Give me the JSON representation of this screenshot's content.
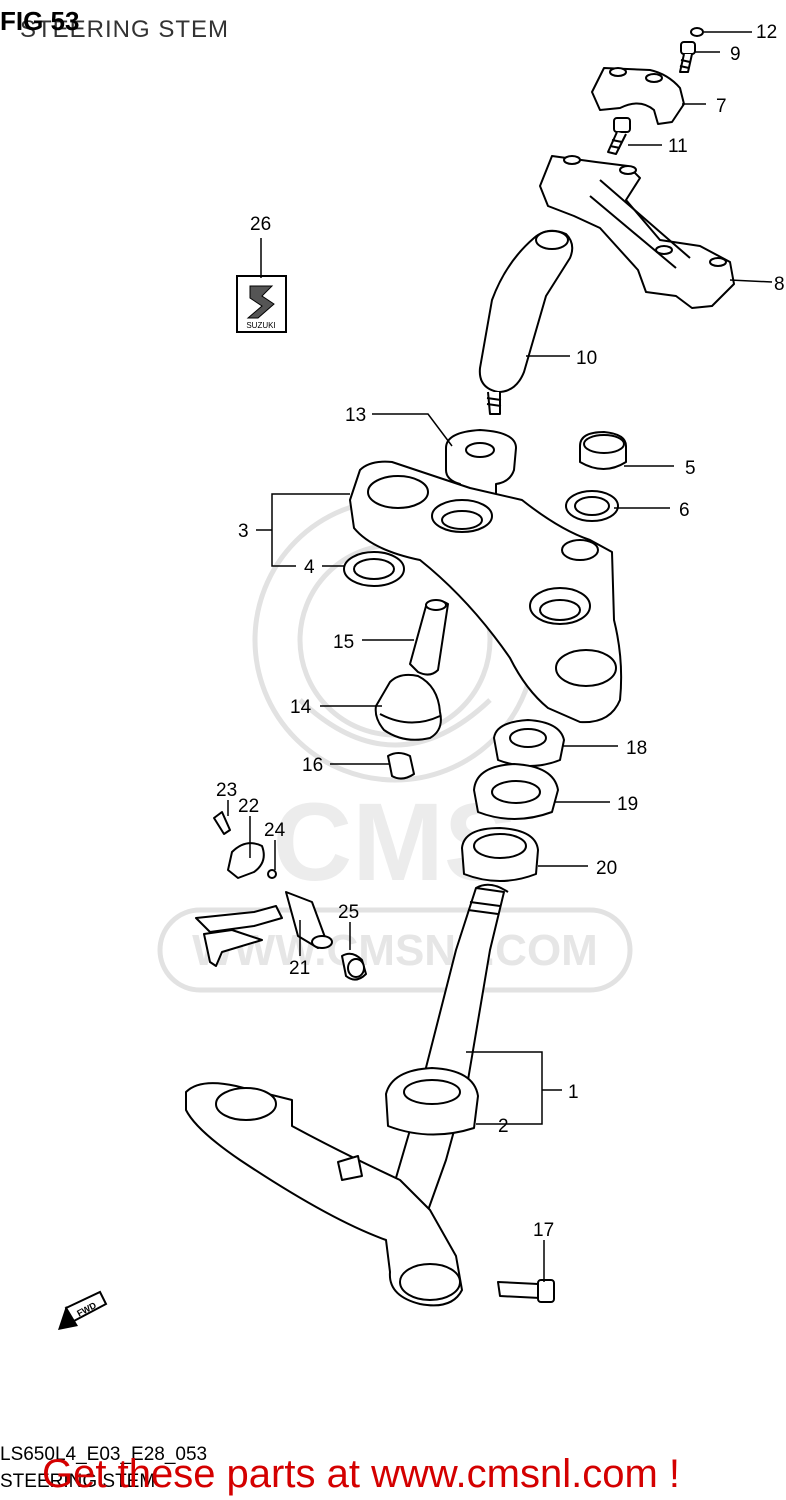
{
  "figure": {
    "title": "FIG 53",
    "subtitle": "STEERING STEM"
  },
  "watermark": {
    "text": "WWW.CMSNL.COM",
    "logo_text": "CMS"
  },
  "logo": {
    "text": "SUZUKI",
    "part_number": "26"
  },
  "fwd_badge": {
    "text": "FWD"
  },
  "callouts": [
    {
      "id": "c12",
      "text": "12"
    },
    {
      "id": "c9",
      "text": "9"
    },
    {
      "id": "c7",
      "text": "7"
    },
    {
      "id": "c11",
      "text": "11"
    },
    {
      "id": "c8",
      "text": "8"
    },
    {
      "id": "c26",
      "text": "26"
    },
    {
      "id": "c10",
      "text": "10"
    },
    {
      "id": "c13",
      "text": "13"
    },
    {
      "id": "c5",
      "text": "5"
    },
    {
      "id": "c6",
      "text": "6"
    },
    {
      "id": "c3",
      "text": "3"
    },
    {
      "id": "c4",
      "text": "4"
    },
    {
      "id": "c15",
      "text": "15"
    },
    {
      "id": "c14",
      "text": "14"
    },
    {
      "id": "c18",
      "text": "18"
    },
    {
      "id": "c16",
      "text": "16"
    },
    {
      "id": "c19",
      "text": "19"
    },
    {
      "id": "c23",
      "text": "23"
    },
    {
      "id": "c22",
      "text": "22"
    },
    {
      "id": "c24",
      "text": "24"
    },
    {
      "id": "c20",
      "text": "20"
    },
    {
      "id": "c25",
      "text": "25"
    },
    {
      "id": "c21",
      "text": "21"
    },
    {
      "id": "c1",
      "text": "1"
    },
    {
      "id": "c2",
      "text": "2"
    },
    {
      "id": "c17",
      "text": "17"
    }
  ],
  "footer": {
    "code": "LS650L4_E03_E28_053",
    "title": "STEERING STEM"
  },
  "promo": {
    "text": "Get these parts at www.cmsnl.com !",
    "color": "#d40000"
  }
}
